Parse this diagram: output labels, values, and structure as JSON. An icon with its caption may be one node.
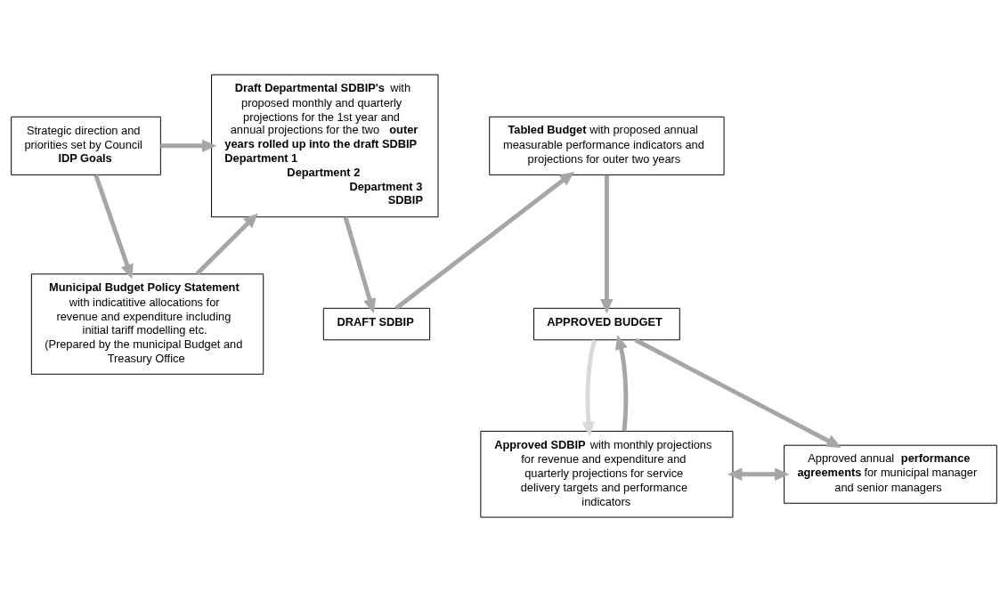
{
  "diagram": {
    "nodes": [
      {
        "text": [
          "Strategic direction and priorities set by Council",
          "IDP Goals"
        ]
      },
      {
        "text": [
          "**Draft Departmental SDBIP's** with proposed monthly and quarterly projections for the 1st year and annual projections for the two **outer years rolled up into the draft SDBIP**",
          "Department 1",
          "Department 2",
          "Department 3",
          "SDBIP"
        ]
      },
      {
        "text": [
          "**Tabled Budget** with proposed annual measurable performance indicators and projections for outer two years"
        ]
      },
      {
        "text": [
          "**Municipal Budget Policy Statement** with indicatitive allocations for revenue and expenditure including initial tariff modelling etc. (Prepared by the municipal Budget and Treasury Office"
        ]
      },
      {
        "text": [
          "APPROVED BUDGET"
        ]
      },
      {
        "text": [
          "DRAFT SDBIP"
        ]
      },
      {
        "text": [
          "**Approved SDBIP** with monthly projections for revenue and expenditure and quarterly projections for service delivery targets and performance indicators"
        ]
      },
      {
        "text": [
          "Approved annual **performance agreements** for municipal manager and senior managers"
        ]
      }
    ],
    "edges": [
      {
        "from": 0,
        "to": 1,
        "arrow": "to"
      },
      {
        "from": 0,
        "to": 3,
        "arrow": "to"
      },
      {
        "from": 3,
        "to": 1,
        "arrow": "to"
      },
      {
        "from": 1,
        "to": 5,
        "arrow": "to"
      },
      {
        "from": 5,
        "to": 2,
        "arrow": "to"
      },
      {
        "from": 2,
        "to": 4,
        "arrow": "to"
      },
      {
        "from": 4,
        "to": 6,
        "arrow": "to",
        "color": "#d9d9d9"
      },
      {
        "from": 6,
        "to": 4,
        "arrow": "to"
      },
      {
        "from": 4,
        "to": 7,
        "arrow": "to"
      },
      {
        "from": 6,
        "to": 7,
        "arrow": "both"
      }
    ]
  }
}
